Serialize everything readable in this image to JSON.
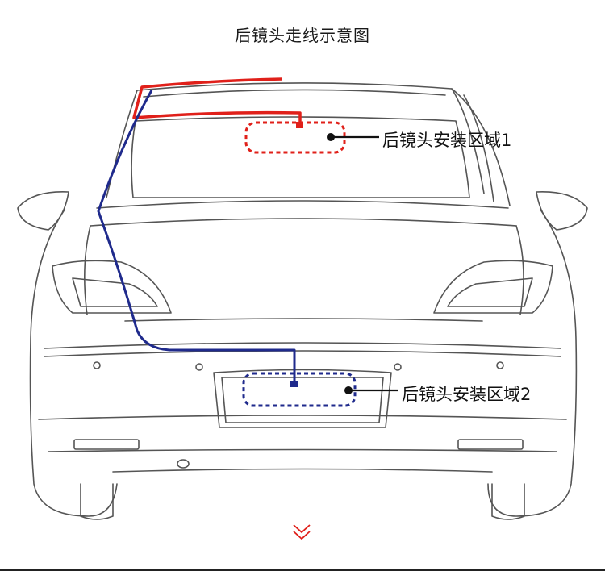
{
  "diagram": {
    "title": "后镜头走线示意图",
    "callouts": [
      {
        "id": "area-1",
        "label": "后镜头安装区域1",
        "wire_color": "#e0201a"
      },
      {
        "id": "area-2",
        "label": "后镜头安装区域2",
        "wire_color": "#1f2a8c"
      }
    ],
    "icons": {
      "scroll_hint": "double-chevron-down-icon"
    },
    "colors": {
      "outline": "#555555",
      "red_wire": "#e0201a",
      "blue_wire": "#1f2a8c",
      "accent": "#e0201a"
    }
  }
}
